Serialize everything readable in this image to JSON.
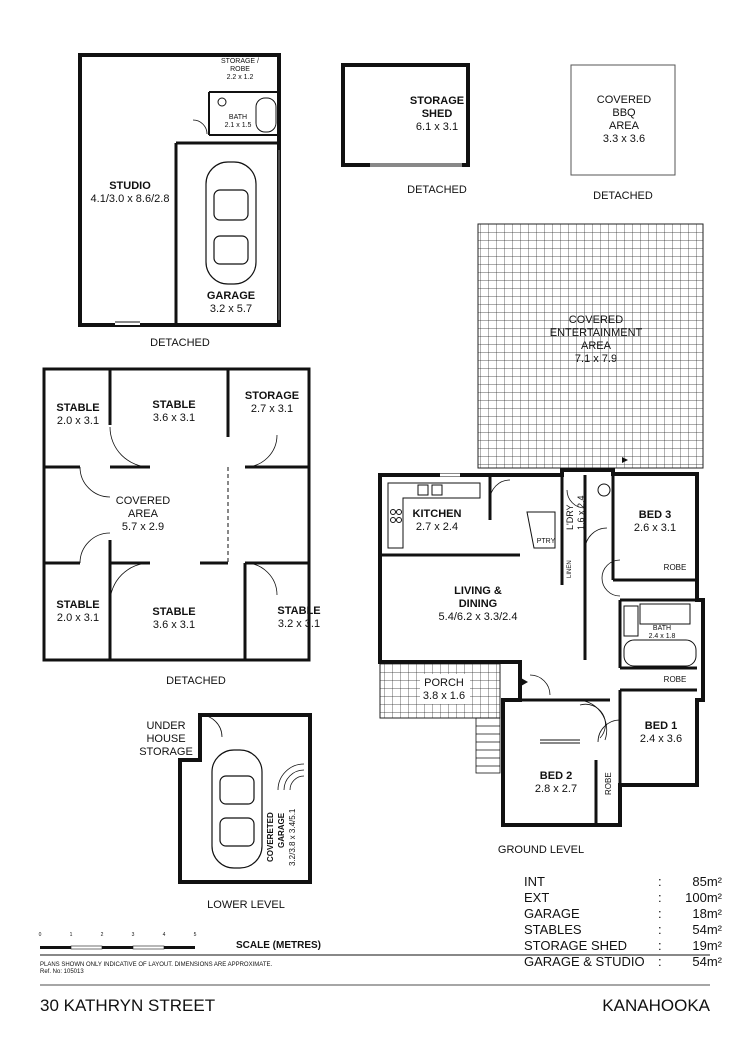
{
  "studio_block": {
    "studio": {
      "name": "STUDIO",
      "dims": "4.1/3.0 x 8.6/2.8"
    },
    "storage_robe": {
      "name": "STORAGE /",
      "name2": "ROBE",
      "dims": "2.2 x 1.2"
    },
    "bath": {
      "name": "BATH",
      "dims": "2.1 x 1.5"
    },
    "garage": {
      "name": "GARAGE",
      "dims": "3.2 x 5.7"
    },
    "caption": "DETACHED"
  },
  "storage_shed": {
    "name": "STORAGE",
    "name2": "SHED",
    "dims": "6.1 x 3.1",
    "caption": "DETACHED"
  },
  "bbq": {
    "name": "COVERED",
    "name2": "BBQ",
    "name3": "AREA",
    "dims": "3.3 x 3.6",
    "caption": "DETACHED"
  },
  "stables_block": {
    "stable_tl": {
      "name": "STABLE",
      "dims": "2.0 x 3.1"
    },
    "stable_tm": {
      "name": "STABLE",
      "dims": "3.6 x 3.1"
    },
    "storage": {
      "name": "STORAGE",
      "dims": "2.7 x 3.1"
    },
    "covered": {
      "name": "COVERED",
      "name2": "AREA",
      "dims": "5.7 x 2.9"
    },
    "stable_bl": {
      "name": "STABLE",
      "dims": "2.0 x 3.1"
    },
    "stable_bm": {
      "name": "STABLE",
      "dims": "3.6 x 3.1"
    },
    "stable_br": {
      "name": "STABLE",
      "dims": "3.2 x 3.1"
    },
    "caption": "DETACHED"
  },
  "lower_level": {
    "under_house": {
      "line1": "UNDER",
      "line2": "HOUSE",
      "line3": "STORAGE"
    },
    "garage": {
      "name": "COVERETED",
      "name2": "GARAGE",
      "dims": "3.2/3.8 x 3.4/5.1"
    },
    "caption": "LOWER LEVEL"
  },
  "ground_level": {
    "cea": {
      "name": "COVERED",
      "name2": "ENTERTAINMENT",
      "name3": "AREA",
      "dims": "7.1 x 7.9"
    },
    "kitchen": {
      "name": "KITCHEN",
      "dims": "2.7 x 2.4"
    },
    "ldry": {
      "name": "L'DRY",
      "dims": "1.6 x 2.4"
    },
    "ptry": "PTRY",
    "linen": "LINEN",
    "bed3": {
      "name": "BED 3",
      "dims": "2.6 x 3.1"
    },
    "robe1": "ROBE",
    "robe2": "ROBE",
    "robe3": "ROBE",
    "living": {
      "name": "LIVING &",
      "name2": "DINING",
      "dims": "5.4/6.2 x 3.3/2.4"
    },
    "bath": {
      "name": "BATH",
      "dims": "2.4 x 1.8"
    },
    "porch": {
      "name": "PORCH",
      "dims": "3.8 x 1.6"
    },
    "bed1": {
      "name": "BED 1",
      "dims": "2.4 x 3.6"
    },
    "bed2": {
      "name": "BED 2",
      "dims": "2.8 x 2.7"
    },
    "caption": "GROUND LEVEL"
  },
  "areas": [
    {
      "label": "INT",
      "value": "85m²"
    },
    {
      "label": "EXT",
      "value": "100m²"
    },
    {
      "label": "GARAGE",
      "value": "18m²"
    },
    {
      "label": "STABLES",
      "value": "54m²"
    },
    {
      "label": "STORAGE SHED",
      "value": "19m²"
    },
    {
      "label": "GARAGE & STUDIO",
      "value": "54m²"
    }
  ],
  "scale": {
    "title": "SCALE (METRES)",
    "ticks": [
      "0",
      "1",
      "2",
      "3",
      "4",
      "5"
    ]
  },
  "disclaimer": {
    "line1": "PLANS SHOWN ONLY INDICATIVE OF LAYOUT.  DIMENSIONS ARE APPROXIMATE.",
    "line2": "Ref. No: 105013"
  },
  "footer": {
    "address": "30 KATHRYN STREET",
    "suburb": "KANAHOOKA"
  }
}
